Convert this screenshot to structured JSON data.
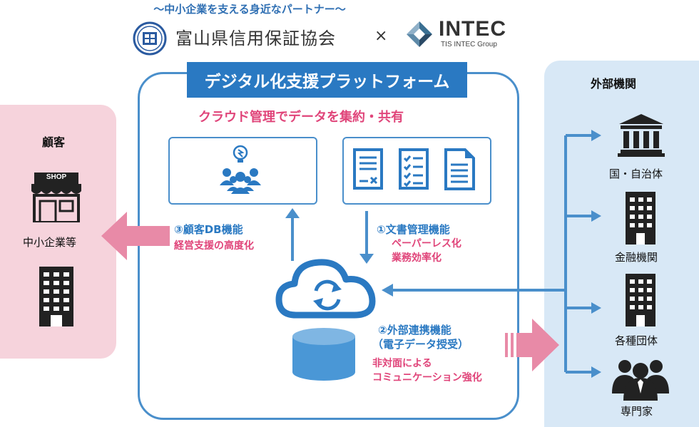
{
  "header": {
    "tagline": "〜中小企業を支える身近なパートナー〜",
    "partner_name": "富山県信用保証協会",
    "times": "×",
    "intec_name": "INTEC",
    "intec_sub": "TIS INTEC Group"
  },
  "platform": {
    "title": "デジタル化支援プラットフォーム",
    "subtitle": "クラウド管理でデータを集約・共有"
  },
  "functions": {
    "doc": {
      "title": "①文書管理機能",
      "desc": [
        "ペーパーレス化",
        "業務効率化"
      ]
    },
    "ext": {
      "title": "②外部連携機能",
      "title2": "（電子データ授受）",
      "desc": [
        "非対面による",
        "コミュニケーション強化"
      ]
    },
    "crm": {
      "title": "③顧客DB機能",
      "desc": [
        "経営支援の高度化"
      ]
    }
  },
  "customer": {
    "heading": "顧客",
    "label": "中小企業等",
    "shop_sign": "SHOP"
  },
  "external": {
    "heading": "外部機関",
    "items": [
      "国・自治体",
      "金融機関",
      "各種団体",
      "専門家"
    ]
  },
  "colors": {
    "accent_blue": "#2a79c2",
    "accent_pink": "#e0457a",
    "arrow_pink": "#e88aa7",
    "arrow_blue": "#4a8fcb"
  },
  "icons": [
    "people-idea-icon",
    "document-icon",
    "checklist-icon",
    "text-document-icon",
    "cloud-sync-icon",
    "database-icon",
    "shop-icon",
    "office-building-icon",
    "government-icon",
    "bank-building-icon",
    "organization-building-icon",
    "professionals-icon"
  ]
}
